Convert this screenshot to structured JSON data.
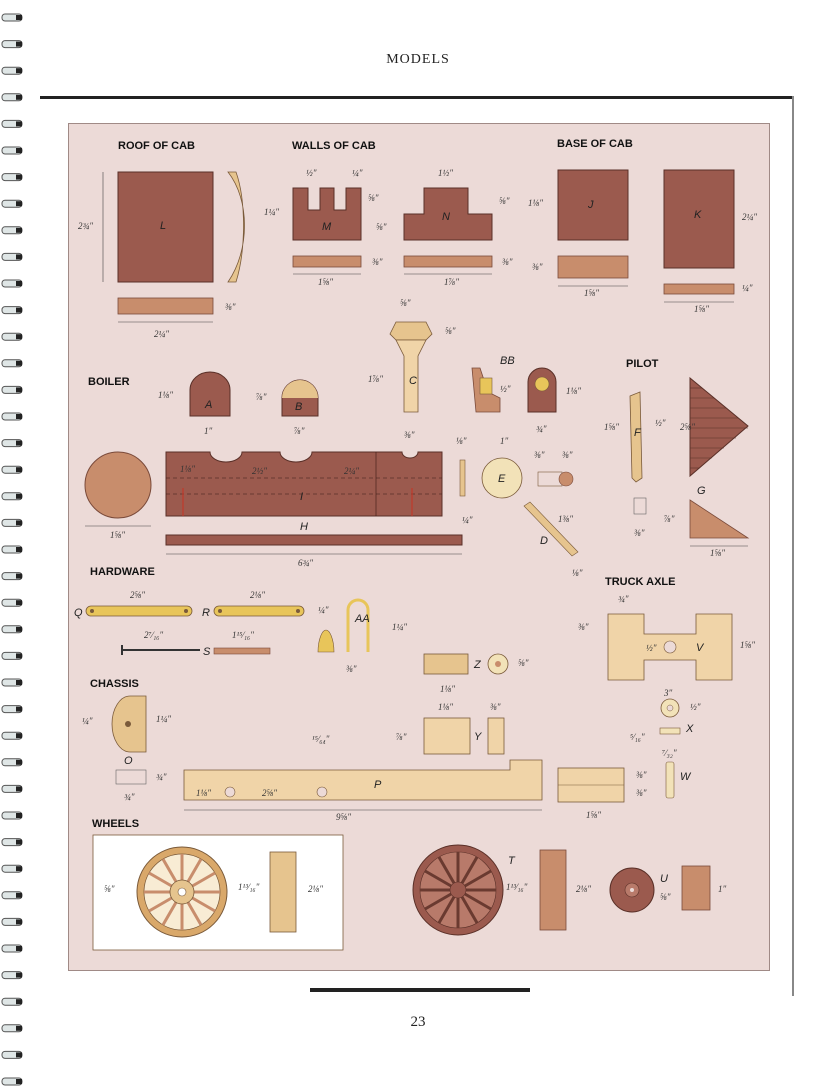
{
  "page": {
    "header": "MODELS",
    "page_number": "23"
  },
  "sections": {
    "roof": "ROOF OF CAB",
    "walls": "WALLS OF CAB",
    "base": "BASE OF CAB",
    "boiler": "BOILER",
    "pilot": "PILOT",
    "hardware": "HARDWARE",
    "truck_axle": "TRUCK AXLE",
    "chassis": "CHASSIS",
    "wheels": "WHEELS"
  },
  "parts": {
    "L": "L",
    "M": "M",
    "N": "N",
    "J": "J",
    "K": "K",
    "A": "A",
    "B": "B",
    "C": "C",
    "BB": "BB",
    "F": "F",
    "G": "G",
    "E": "E",
    "D": "D",
    "I": "I",
    "H": "H",
    "Q": "Q",
    "R": "R",
    "S": "S",
    "AA": "AA",
    "Z": "Z",
    "V": "V",
    "O": "O",
    "P": "P",
    "Y": "Y",
    "X": "X",
    "W": "W",
    "T": "T",
    "U": "U"
  },
  "dims": {
    "l_h": "2¾\"",
    "l_w": "2¼\"",
    "l_t": "⅜\"",
    "m_a": "½\"",
    "m_b": "¼\"",
    "m_h": "1¼\"",
    "m_c": "⅝\"",
    "m_d": "⅝\"",
    "m_t": "⅜\"",
    "m_w": "1⅝\"",
    "n_top": "1½\"",
    "n_r": "⅝\"",
    "n_t": "⅜\"",
    "n_w": "1⅞\"",
    "j_h": "1⅛\"",
    "j_t": "⅜\"",
    "j_w": "1⅝\"",
    "k_h": "2¼\"",
    "k_t": "¼\"",
    "k_w": "1⅝\"",
    "c_top": "⅝\"",
    "c_r": "⅝\"",
    "c_h": "1⅞\"",
    "c_b": "⅜\"",
    "a_h": "1⅛\"",
    "a_w": "1\"",
    "b_h": "⅞\"",
    "b_w": "⅞\"",
    "bb_a": "½\"",
    "bb_h": "1⅛\"",
    "bb_w": "¾\"",
    "pilot_a": "1⅝\"",
    "pilot_b": "½\"",
    "pilot_c": "2⅝\"",
    "pilot_d": "⅞\"",
    "pilot_e": "⅜\"",
    "pilot_w": "1⅝\"",
    "i_a": "1⅛\"",
    "i_b": "2½\"",
    "i_c": "2¼\"",
    "i_d": "1⅝\"",
    "h_t": "¼\"",
    "h_w": "6¾\"",
    "e_a": "⅛\"",
    "e_b": "1\"",
    "e_c": "⅜\"",
    "e_d": "⅜\"",
    "d_a": "1⅜\"",
    "d_b": "⅛\"",
    "q_w": "2⅝\"",
    "q_b": "2⁷⁄₁₆\"",
    "r_w": "2⅛\"",
    "r_t": "¼\"",
    "r_b": "1¹⁵⁄₁₆\"",
    "aa_h": "1¼\"",
    "aa_w": "⅜\"",
    "z_d": "⅝\"",
    "z_w": "1⅛\"",
    "v_a": "¾\"",
    "v_b": "⅜\"",
    "v_c": "½\"",
    "v_h": "1⅝\"",
    "v_w": "3\"",
    "o_a": "¼\"",
    "o_h": "1¼\"",
    "o_b": "¾\"",
    "o_w": "¾\"",
    "y_a": "1⅛\"",
    "y_b": "⅜\"",
    "y_h": "⅞\"",
    "x_a": "½\"",
    "x_b": "⁵⁄₁₆\"",
    "w_a": "⁷⁄₃₂\"",
    "p_hole": "¹⁵⁄₆₄\"",
    "p_a": "1⅛\"",
    "p_b": "2⅝\"",
    "p_w": "9⅝\"",
    "p_c": "⅜\"",
    "p_d": "⅜\"",
    "p_e": "1⅝\"",
    "wh_a": "⅝\"",
    "wh_b": "1¹³⁄₁₆\"",
    "wh_c": "2⅛\"",
    "t_a": "1¹³⁄₁₆\"",
    "t_b": "2⅛\"",
    "u_a": "⅝\"",
    "u_b": "1\""
  },
  "colors": {
    "panel": "#ecdad7",
    "dark_wood": "#9b5a4e",
    "light_wood": "#e6c48e",
    "mid_wood": "#c88d6c",
    "brass": "#e8c55a"
  }
}
